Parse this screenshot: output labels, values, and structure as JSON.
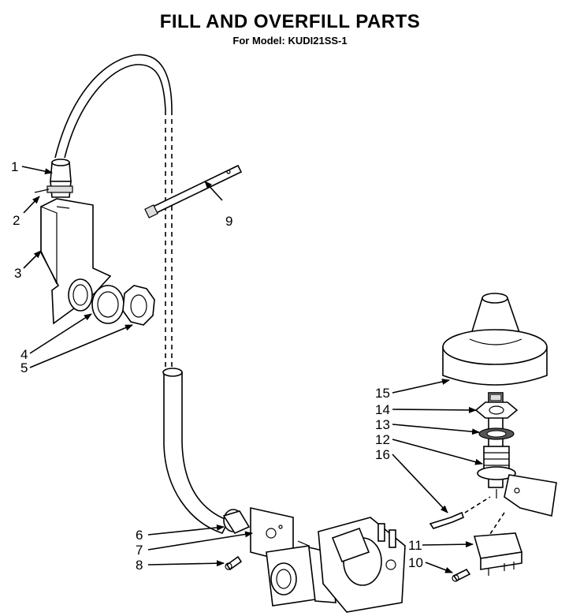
{
  "header": {
    "title": "FILL AND OVERFILL PARTS",
    "subtitle": "For Model: KUDI21SS-1"
  },
  "callouts": [
    "1",
    "2",
    "3",
    "4",
    "5",
    "6",
    "7",
    "8",
    "9",
    "10",
    "11",
    "12",
    "13",
    "14",
    "15",
    "16"
  ]
}
